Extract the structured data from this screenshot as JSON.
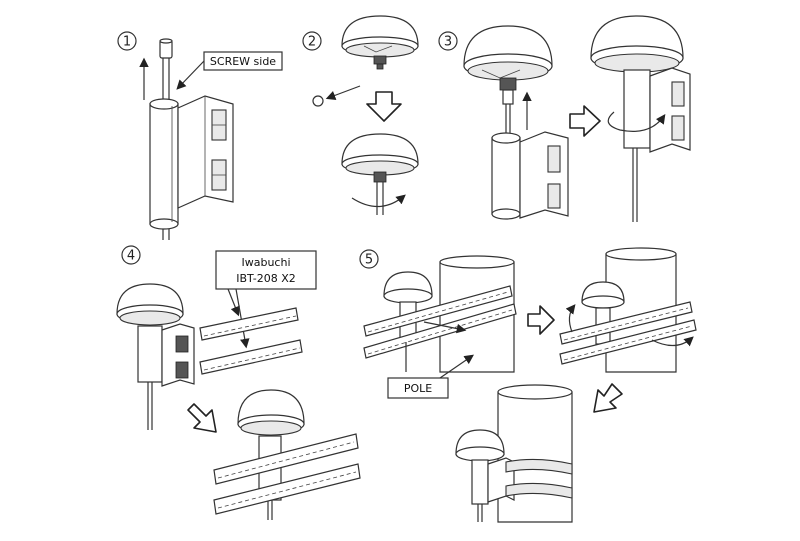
{
  "steps": [
    {
      "number": "1"
    },
    {
      "number": "2"
    },
    {
      "number": "3"
    },
    {
      "number": "4"
    },
    {
      "number": "5"
    }
  ],
  "callouts": {
    "screw_side": "SCREW side",
    "bracket_line1": "Iwabuchi",
    "bracket_line2": "IBT-208 X2",
    "pole": "POLE"
  }
}
